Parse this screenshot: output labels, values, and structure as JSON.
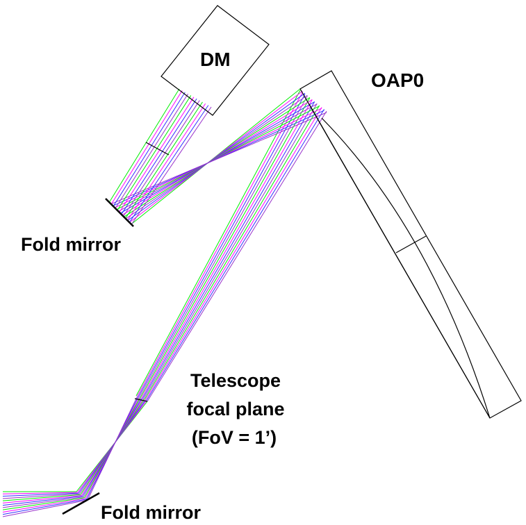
{
  "labels": {
    "dm": "DM",
    "oap0": "OAP0",
    "fold_mirror_top": "Fold mirror",
    "fold_mirror_bottom": "Fold mirror",
    "focal_plane_line1": "Telescope",
    "focal_plane_line2": "focal plane",
    "focal_plane_line3": "(FoV = 1’)"
  },
  "colors": {
    "background": "#ffffff",
    "outline": "#000000",
    "rays": [
      "#00ee00",
      "#ff00ff",
      "#3333ff",
      "#9933cc"
    ]
  }
}
